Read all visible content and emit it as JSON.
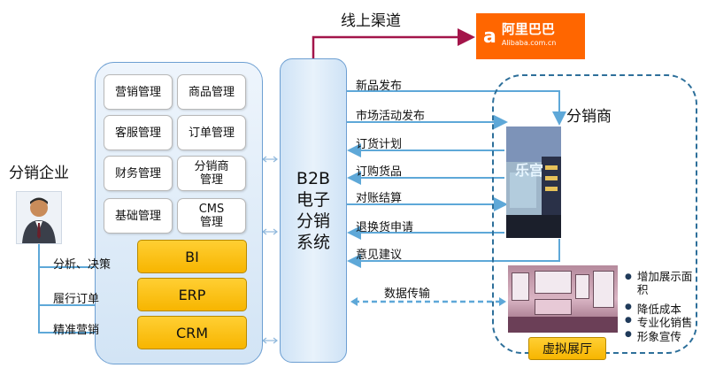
{
  "online_channel": {
    "label": "线上渠道"
  },
  "alibaba_logo": {
    "mark": "a",
    "cn_name": "阿里巴巴",
    "domain": "Alibaba.com.cn",
    "brand_color": "#ff6600"
  },
  "enterprise": {
    "label": "分销企业",
    "modules": [
      {
        "label": "营销管理"
      },
      {
        "label": "商品管理"
      },
      {
        "label": "客服管理"
      },
      {
        "label": "订单管理"
      },
      {
        "label": "财务管理"
      },
      {
        "label": "分销商\n管理"
      },
      {
        "label": "基础管理"
      },
      {
        "label": "CMS\n管理"
      }
    ],
    "systems": [
      {
        "label": "BI"
      },
      {
        "label": "ERP"
      },
      {
        "label": "CRM"
      }
    ],
    "flows": [
      {
        "label": "分析、决策"
      },
      {
        "label": "履行订单"
      },
      {
        "label": "精准营销"
      }
    ]
  },
  "b2b": {
    "line1": "B2B",
    "line2": "电子",
    "line3": "分销",
    "line4": "系统"
  },
  "flows_to_distributor": [
    {
      "label": "新品发布",
      "direction": "right"
    },
    {
      "label": "市场活动发布",
      "direction": "right"
    },
    {
      "label": "订货计划",
      "direction": "left"
    },
    {
      "label": "订购货品",
      "direction": "left"
    },
    {
      "label": "对账结算",
      "direction": "right"
    },
    {
      "label": "退换货申请",
      "direction": "left"
    },
    {
      "label": "意见建议",
      "direction": "left"
    }
  ],
  "data_transfer": {
    "label": "数据传输"
  },
  "distributor": {
    "label": "分销商",
    "photo_sign": "乐宫",
    "virtual_showroom": "虚拟展厅",
    "benefits": [
      {
        "text": "增加展示面\n积"
      },
      {
        "text": "降低成本"
      },
      {
        "text": "专业化销售"
      },
      {
        "text": "形象宣传"
      }
    ]
  },
  "colors": {
    "accent_blue": "#6d9fd2",
    "arrow_blue": "#5ea8d8",
    "system_gold": "#f7b500",
    "dashed_navy": "#2d6f9a",
    "online_arrow": "#a3154a"
  }
}
